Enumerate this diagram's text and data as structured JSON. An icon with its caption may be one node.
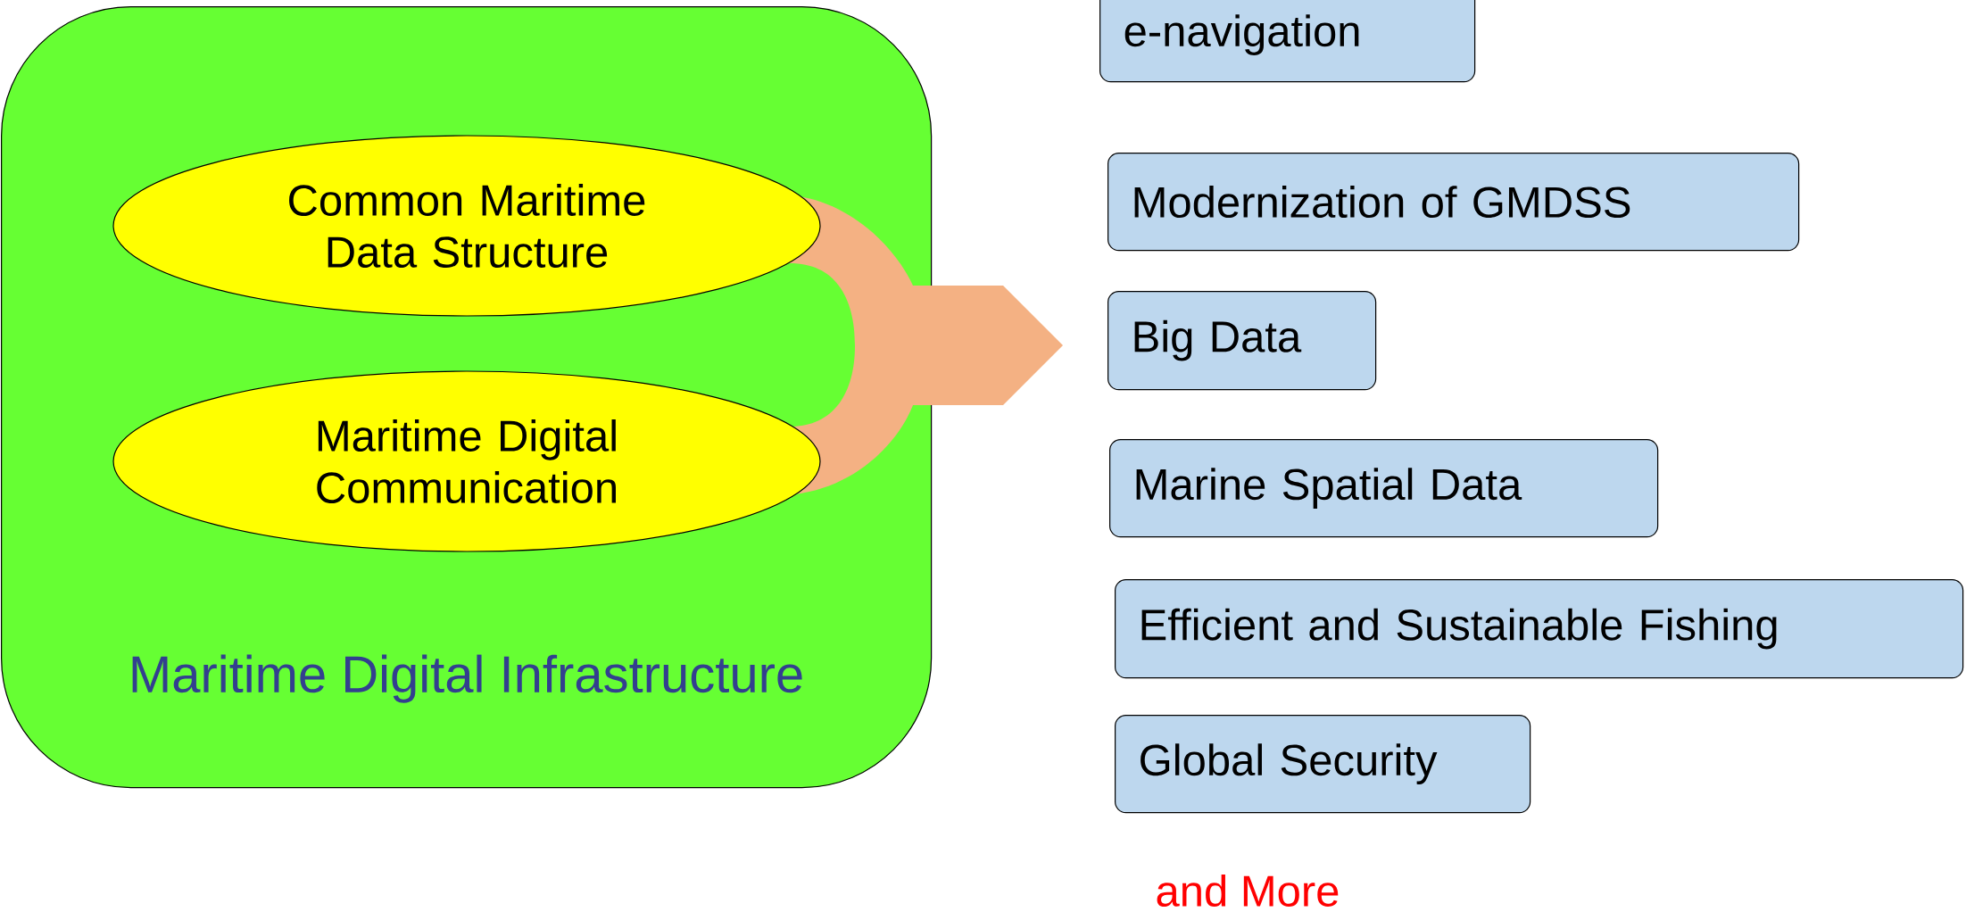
{
  "diagram": {
    "nodes": [
      {
        "text": [
          "Maritime Digital Infrastructure"
        ]
      },
      {
        "text": [
          "Common Maritime Data Structure"
        ],
        "in": 0
      },
      {
        "text": [
          "Maritime Digital Communication"
        ],
        "in": 0
      },
      {
        "text": [
          "e-navigation"
        ]
      },
      {
        "text": [
          "Modernization of GMDSS"
        ]
      },
      {
        "text": [
          "Big Data"
        ]
      },
      {
        "text": [
          "Marine Spatial Data"
        ]
      },
      {
        "text": [
          "Efficient and Sustainable Fishing"
        ]
      },
      {
        "text": [
          "Global Security"
        ]
      }
    ],
    "edges": [
      {
        "from": 1,
        "to": null,
        "arrow": "to",
        "style": "thick"
      },
      {
        "from": 2,
        "to": null,
        "arrow": "to",
        "style": "thick"
      }
    ],
    "labels": [
      "and More"
    ]
  }
}
